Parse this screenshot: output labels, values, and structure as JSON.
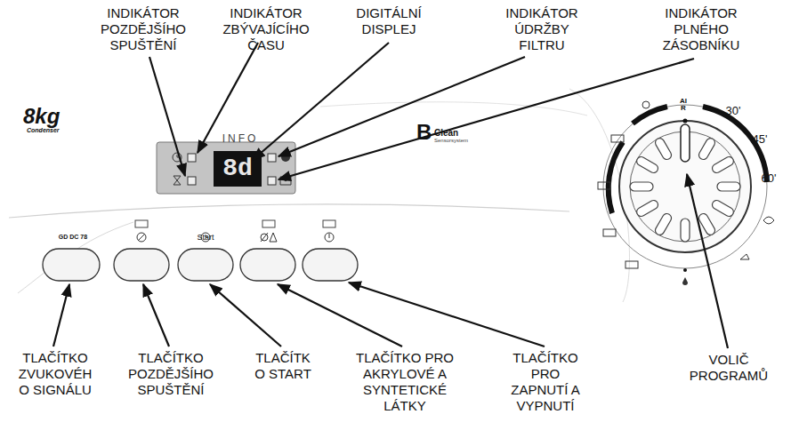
{
  "diagram": {
    "labels": [
      "INDIKÁTOR POZDĚJŠÍHO SPUŠTĚNÍ",
      "INDIKÁTOR ZBÝVAJÍCÍHO ČASU",
      "DIGITÁLNÍ DISPLEJ",
      "INDIKÁTOR ÚDRŽBY FILTRU",
      "INDIKÁTOR PLNÉHO ZÁSOBNÍKU",
      "8kg",
      "Condenser",
      "INFO",
      "8d",
      "B",
      "Clean",
      "Sensorsystem",
      "GD DC 78",
      "Start",
      "AIR",
      "30'",
      "45'",
      "60'",
      "TLAČÍTKO ZVUKOVÉH O SIGNÁLU",
      "TLAČÍTKO POZDĚJŠÍHO SPUŠTĚNÍ",
      "TLAČÍTK O START",
      "TLAČÍTKO PRO AKRYLOVÉ A SYNTETICKÉ LÁTKY",
      "TLAČÍTKO PRO ZAPNUTÍ A VYPNUTÍ",
      "VOLIČ PROGRAMŮ"
    ]
  }
}
